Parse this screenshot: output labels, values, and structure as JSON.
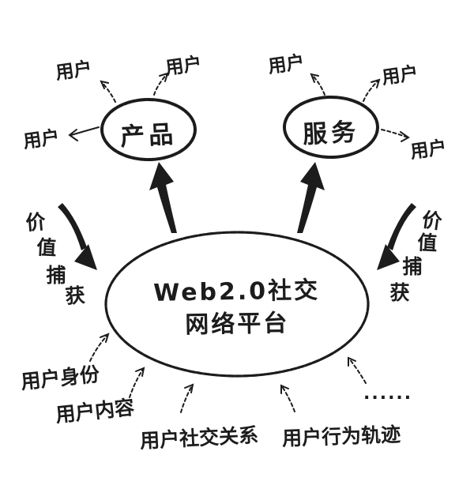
{
  "meta": {
    "background_color": "#ffffff",
    "ink_color": "#1c1c1c",
    "diagram_type": "hand-drawn mind map"
  },
  "center_node": {
    "line1": "Web2.0社交",
    "line2": "网络平台"
  },
  "product_node": {
    "label": "产品"
  },
  "service_node": {
    "label": "服务"
  },
  "user_labels": {
    "product_top_left": "用户",
    "product_top_right": "用户",
    "product_left": "用户",
    "service_top_left": "用户",
    "service_top_right": "用户",
    "service_right": "用户"
  },
  "value_capture_left": {
    "chars": [
      "价",
      "值",
      "捕",
      "获"
    ]
  },
  "value_capture_right": {
    "chars": [
      "价",
      "值",
      "捕",
      "获"
    ]
  },
  "bottom_labels": {
    "identity": "用户身份",
    "content": "用户内容",
    "social": "用户社交关系",
    "behavior": "用户行为轨迹",
    "ellipsis": "......"
  }
}
